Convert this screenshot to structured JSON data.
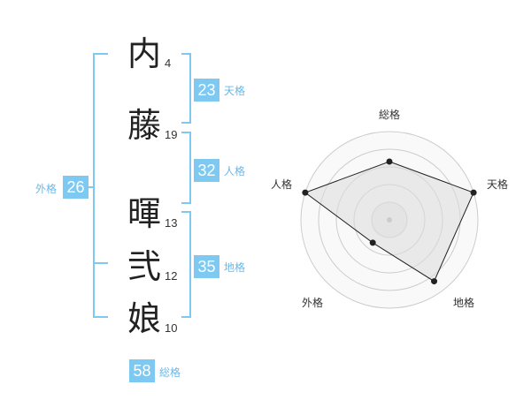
{
  "name_chars": [
    {
      "char": "内",
      "strokes": "4"
    },
    {
      "char": "藤",
      "strokes": "19"
    },
    {
      "char": "暉",
      "strokes": "13"
    },
    {
      "char": "弐",
      "strokes": "12"
    },
    {
      "char": "娘",
      "strokes": "10"
    }
  ],
  "fortunes": {
    "tenkaku": {
      "value": "23",
      "label": "天格"
    },
    "jinkaku": {
      "value": "32",
      "label": "人格"
    },
    "chikaku": {
      "value": "35",
      "label": "地格"
    },
    "gaikaku": {
      "value": "26",
      "label": "外格"
    },
    "soukaku": {
      "value": "58",
      "label": "総格"
    }
  },
  "radar": {
    "axes": [
      "総格",
      "天格",
      "地格",
      "外格",
      "人格"
    ],
    "levels": 5,
    "values": [
      3.3,
      5,
      4.3,
      1.6,
      5
    ],
    "colors": {
      "fill": "#dddddd",
      "stroke": "#222222",
      "ring": "#cccccc",
      "bracket": "#7dc9f2",
      "badge": "#7dc9f2"
    }
  }
}
